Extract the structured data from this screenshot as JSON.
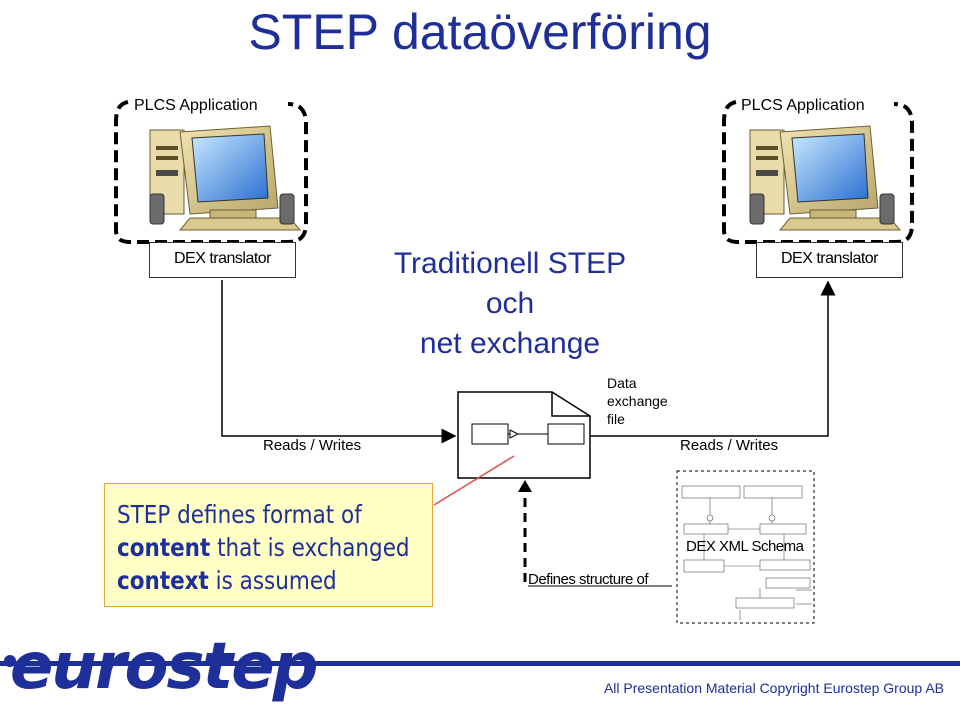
{
  "title": "STEP dataöverföring",
  "left_station": {
    "app_label": "PLCS Application",
    "translator_label": "DEX translator",
    "rw_label": "Reads / Writes"
  },
  "right_station": {
    "app_label": "PLCS Application",
    "translator_label": "DEX translator",
    "rw_label": "Reads / Writes"
  },
  "center_caption": {
    "line1": "Traditionell STEP",
    "line2": "och",
    "line3": "net exchange"
  },
  "data_file_label": {
    "line1": "Data",
    "line2": "exchange",
    "line3": "file"
  },
  "step_box": {
    "line1": "STEP defines format of",
    "line2_bold": "content",
    "line2_rest": " that is exchanged",
    "line3_bold": "context",
    "line3_rest": " is assumed"
  },
  "defines_label": "Defines structure of",
  "schema_label": "DEX XML Schema",
  "footer": {
    "logo": "eurostep",
    "copyright": "All Presentation Material Copyright Eurostep Group AB"
  },
  "colors": {
    "accent": "#1f2f9a",
    "note_fill": "#ffffc6",
    "note_border": "#e8a33a",
    "callout": "#d9534f"
  }
}
